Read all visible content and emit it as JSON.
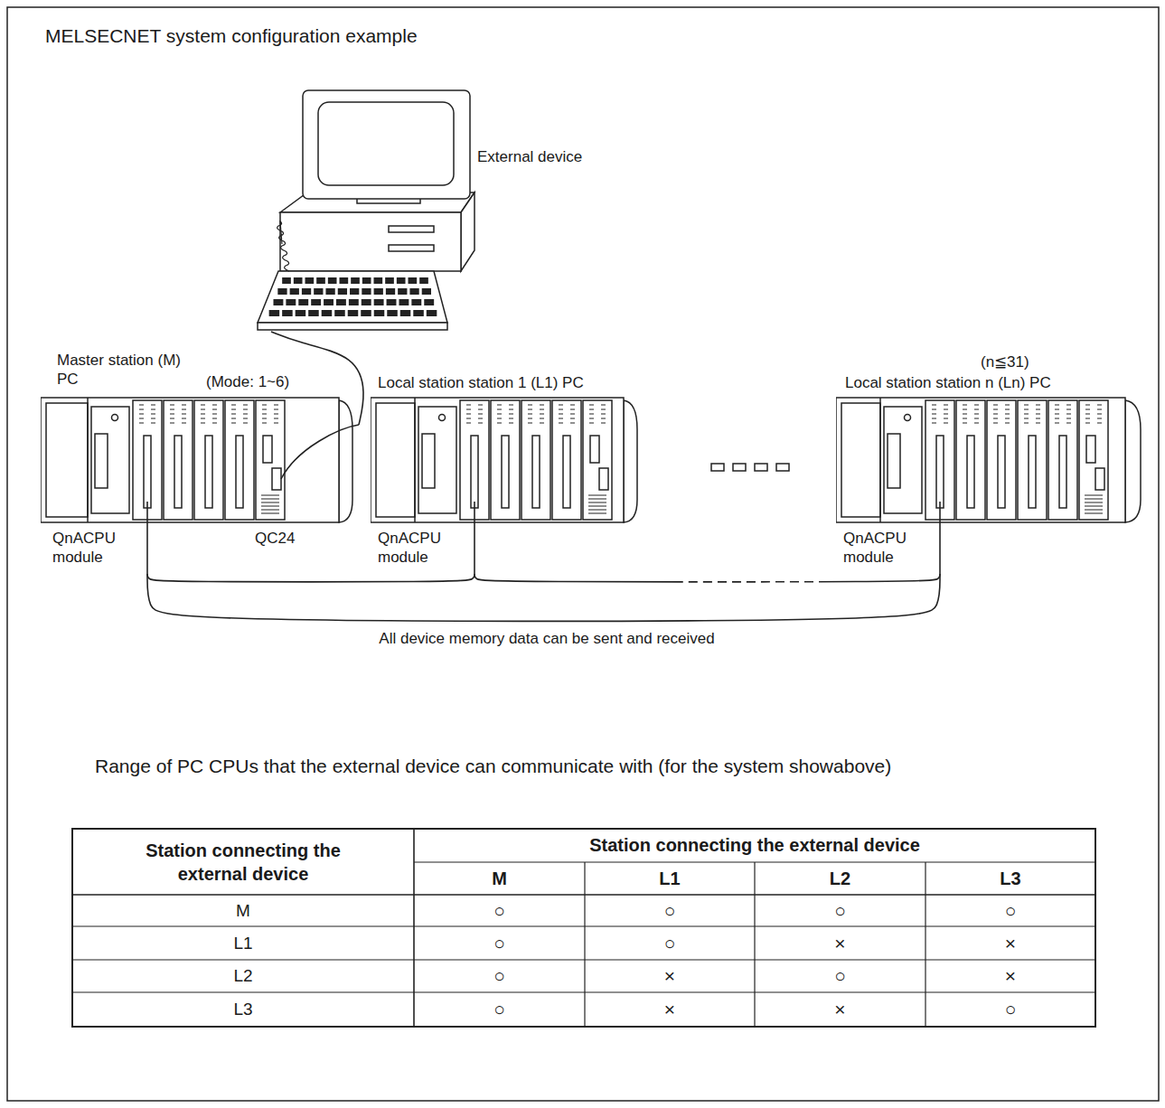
{
  "diagram": {
    "title": "MELSECNET system configuration example",
    "nodes": [
      {
        "text": [
          "External device"
        ]
      },
      {
        "text": [
          "Master station (M) PC",
          "(Mode: 1~6)",
          "QnACPU module",
          "QC24"
        ]
      },
      {
        "text": [
          "Local station station 1 (L1) PC",
          "QnACPU module"
        ]
      },
      {
        "text": [
          "(n≦31)",
          "Local station station n (Ln) PC",
          "QnACPU module"
        ]
      }
    ],
    "edges": [
      {
        "from": 0,
        "to": 1,
        "arrow": "none"
      },
      {
        "from": 1,
        "to": 2,
        "arrow": "none"
      },
      {
        "from": 2,
        "to": 3,
        "arrow": "none"
      },
      {
        "from": 1,
        "to": 3,
        "arrow": "none"
      }
    ],
    "labels": [
      "All device memory data can be sent and received",
      "Range of PC CPUs that the external device can communicate with (for the system showabove)",
      "Station connecting the external device",
      "Station connecting the external device",
      "M",
      "L1",
      "L2",
      "L3",
      "M",
      "○",
      "○",
      "○",
      "○",
      "L1",
      "○",
      "○",
      "×",
      "×",
      "L2",
      "○",
      "×",
      "○",
      "×",
      "L3",
      "○",
      "×",
      "×",
      "○"
    ]
  }
}
